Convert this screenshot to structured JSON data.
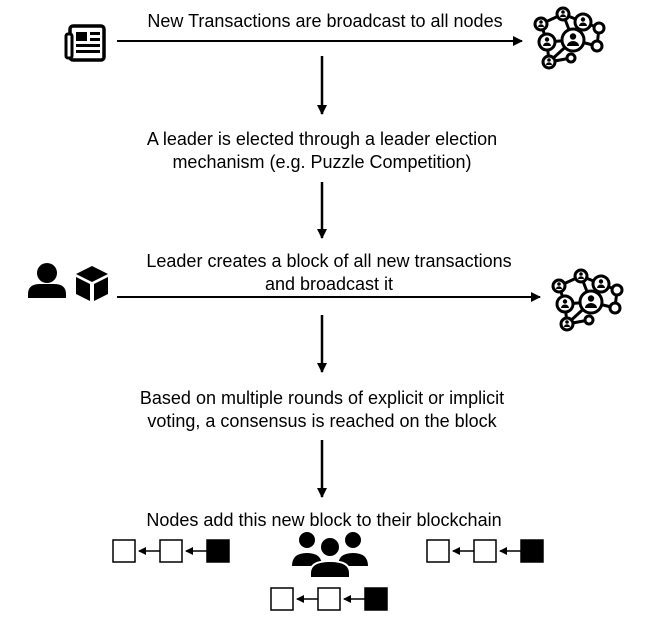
{
  "steps": {
    "broadcast_transactions": "New Transactions are broadcast to all nodes",
    "leader_election_line1": "A leader is elected through a leader election",
    "leader_election_line2": "mechanism (e.g. Puzzle Competition)",
    "leader_creates_line1": "Leader creates a block of all new transactions",
    "leader_creates_line2": "and broadcast it",
    "consensus_line1": "Based on multiple rounds of explicit or implicit",
    "consensus_line2": "voting, a consensus is reached on the block",
    "nodes_add": "Nodes add this new block to their blockchain"
  },
  "icons": {
    "transactions": "newspaper-icon",
    "network": "network-nodes-icon",
    "leader": "person-icon",
    "block": "cube-icon",
    "nodes": "group-icon"
  },
  "colors": {
    "ink": "#000000",
    "background": "#ffffff",
    "new_block": "#000000",
    "existing_block": "#ffffff"
  }
}
